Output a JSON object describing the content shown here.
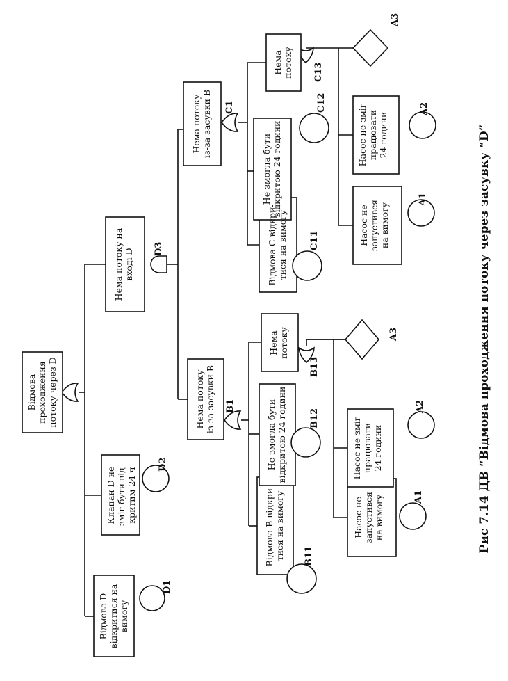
{
  "caption": "Рис 7.14 ДВ “Відмова проходження потоку через засувку “D”",
  "nodes": {
    "top": [
      "Відмова",
      "проходження",
      "потоку через D"
    ],
    "d1": [
      "Відмова D",
      "відкритися на",
      "вимогу"
    ],
    "d2": [
      "Клапан D не",
      "зміг бути від-",
      "критим  24 ч"
    ],
    "d3": [
      "Нема потоку на",
      "вході D"
    ],
    "b1": [
      "Нема потоку",
      "із-за засувки В"
    ],
    "c1": [
      "Нема потоку",
      "із-за засувки В"
    ],
    "b11": [
      "Відмова В відкри-",
      "тися на вимогу"
    ],
    "b12": [
      "Не змогла бути",
      "відкритою 24 години"
    ],
    "b13": [
      "Нема",
      "потоку"
    ],
    "c11": [
      "Відмова С відкри-",
      "тися на вимогу"
    ],
    "c12": [
      "Не змогла бути",
      "відкритою 24 години"
    ],
    "c13": [
      "Нема",
      "потоку"
    ],
    "ba1": [
      "Насос не",
      "запустився",
      "на вимогу"
    ],
    "ba2": [
      "Насос не зміг",
      "працювати",
      "24 години"
    ],
    "ca1": [
      "Насос не",
      "запустився",
      "на вимогу"
    ],
    "ca2": [
      "Насос не зміг",
      "працювати",
      "24 години"
    ]
  },
  "codes": {
    "D1": "D1",
    "D2": "D2",
    "D3": "D3",
    "B1": "B1",
    "B11": "B11",
    "B12": "B12",
    "B13": "B13",
    "C1": "C1",
    "C11": "C11",
    "C12": "C12",
    "C13": "C13",
    "A1": "A1",
    "A2": "A2",
    "A3": "A3"
  }
}
